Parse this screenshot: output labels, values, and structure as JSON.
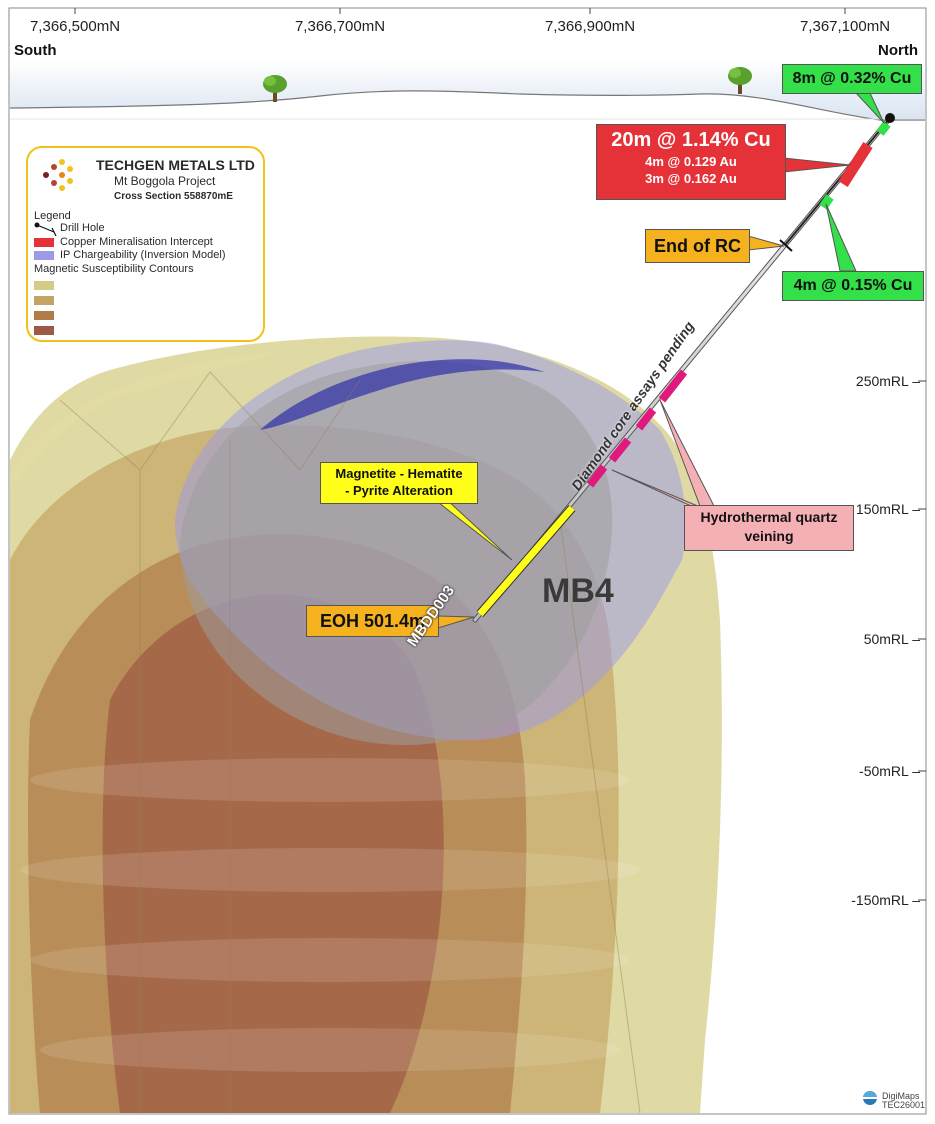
{
  "northing_labels": [
    "7,366,500mN",
    "7,366,700mN",
    "7,366,900mN",
    "7,367,100mN"
  ],
  "direction_labels": {
    "left": "South",
    "right": "North"
  },
  "rl_labels": [
    "250mRL",
    "150mRL",
    "50mRL",
    "-50mRL",
    "-150mRL"
  ],
  "legend": {
    "company": "TECHGEN METALS LTD",
    "project": "Mt Boggola Project",
    "section": "Cross Section 558870mE",
    "title": "Legend",
    "items": [
      {
        "label": "Drill Hole"
      },
      {
        "label": "Copper Mineralisation Intercept",
        "color": "#e53238"
      },
      {
        "label": "IP Chargeability (Inversion Model)",
        "color": "#9c9ce6"
      }
    ],
    "contours_title": "Magnetic Susceptibility Contours",
    "contour_colors": [
      "#d4cc86",
      "#c4a464",
      "#b07c4a",
      "#9c5a44"
    ]
  },
  "callouts": {
    "intercept_top": "8m @ 0.32% Cu",
    "intercept_main": {
      "line1": "20m @ 1.14% Cu",
      "line2": "4m @ 0.129 Au",
      "line3": "3m @ 0.162 Au"
    },
    "end_of_rc": "End of RC",
    "intercept_lower": "4m @ 0.15% Cu",
    "alteration": {
      "line1": "Magnetite - Hematite",
      "line2": "- Pyrite Alteration"
    },
    "veining": {
      "line1": "Hydrothermal quartz",
      "line2": "veining"
    },
    "eoh": "EOH 501.4m"
  },
  "annotations": {
    "pending": "Diamond core assays pending",
    "target": "MB4",
    "hole_id": "MBDD003"
  },
  "footer": {
    "brand": "DigiMaps",
    "code": "TEC26001"
  },
  "colors": {
    "copper": "#e53238",
    "ip": "#9c9ce6",
    "green_callout": "#33e04a",
    "orange_callout": "#f5b21e",
    "yellow_callout": "#ffff1a",
    "pink_callout": "#f5b0b6",
    "sky_top": "#ffffff",
    "sky_bottom": "#d7e3f0"
  }
}
